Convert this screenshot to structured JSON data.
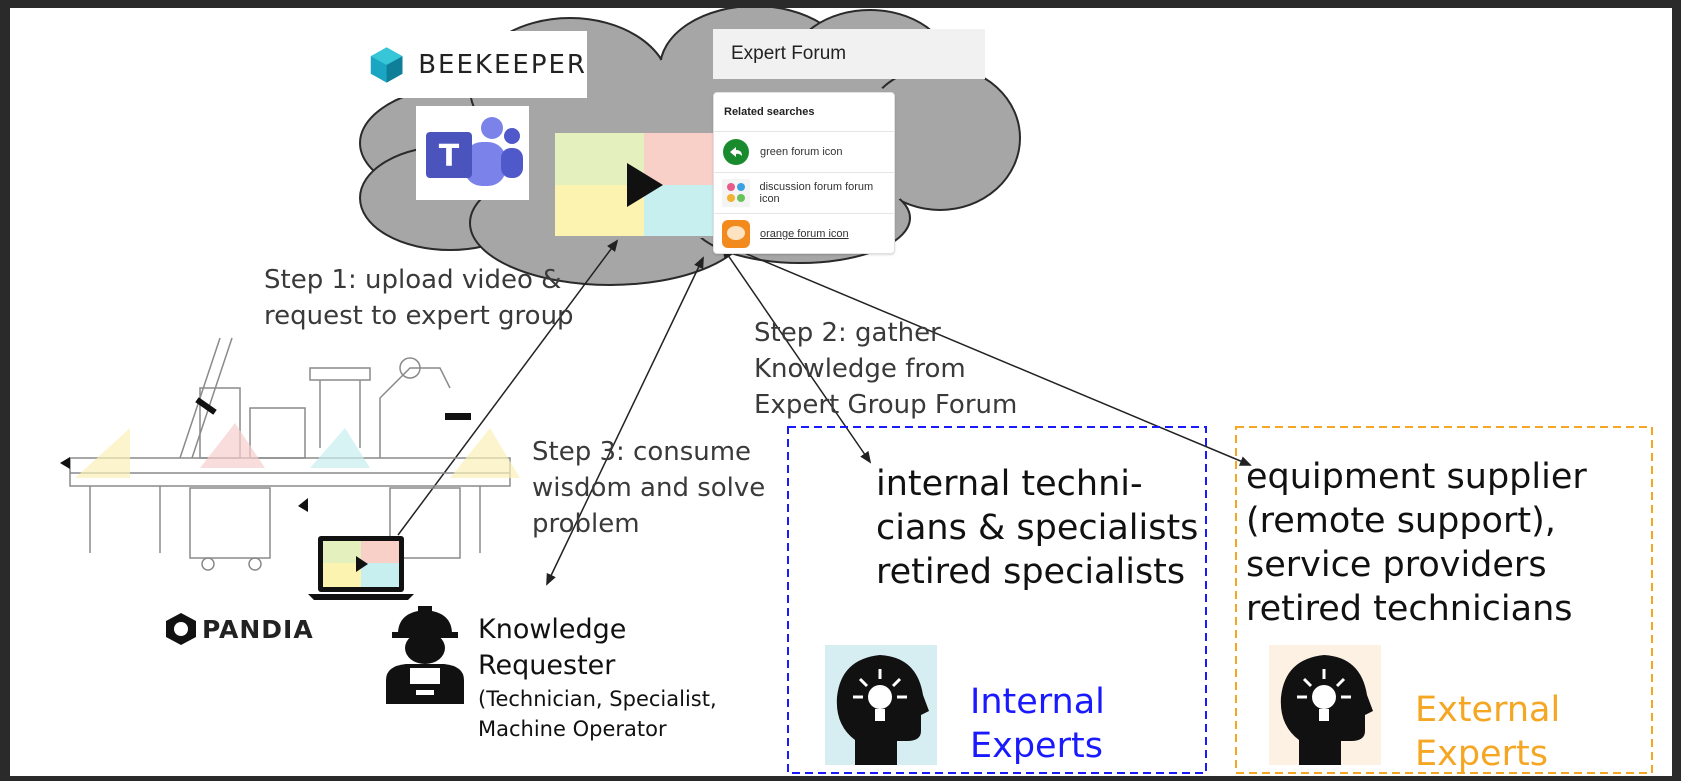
{
  "cloud": {
    "beekeeper_label": "BEEKEEPER",
    "forum_title": "Expert Forum",
    "related": {
      "heading": "Related searches",
      "items": [
        {
          "label": "green forum icon",
          "icon": "green-chat-icon",
          "color": "#1a8a2e"
        },
        {
          "label": "discussion forum forum icon",
          "icon": "people-icon",
          "color": "#e85a8a"
        },
        {
          "label": "orange forum icon",
          "icon": "orange-chat-icon",
          "color": "#f28a1e"
        }
      ]
    }
  },
  "steps": {
    "step1": [
      "Step 1: upload video &",
      "request to expert group"
    ],
    "step2": [
      "Step 2: gather",
      "Knowledge from",
      "Expert Group Forum"
    ],
    "step3": [
      "Step 3: consume",
      "wisdom and solve",
      "problem"
    ]
  },
  "requester": {
    "line1": "Knowledge",
    "line2": "Requester",
    "line3": "(Technician, Specialist,",
    "line4": "Machine Operator"
  },
  "pandia_label": "PANDIA",
  "internal": {
    "lines": [
      "internal techni-",
      "cians & specialists",
      "retired specialists"
    ],
    "title1": "Internal",
    "title2": "Experts",
    "color": "#1a1aff"
  },
  "external": {
    "lines": [
      "equipment supplier",
      "(remote support),",
      "service providers",
      "retired technicians"
    ],
    "title1": "External",
    "title2": "Experts",
    "color": "#f5a623"
  },
  "colors": {
    "cloud_fill": "#a6a6a6",
    "cloud_stroke": "#2a2a2a",
    "internal_border": "#1a1aff",
    "external_border": "#f5a623",
    "teams": "#5059c9"
  }
}
